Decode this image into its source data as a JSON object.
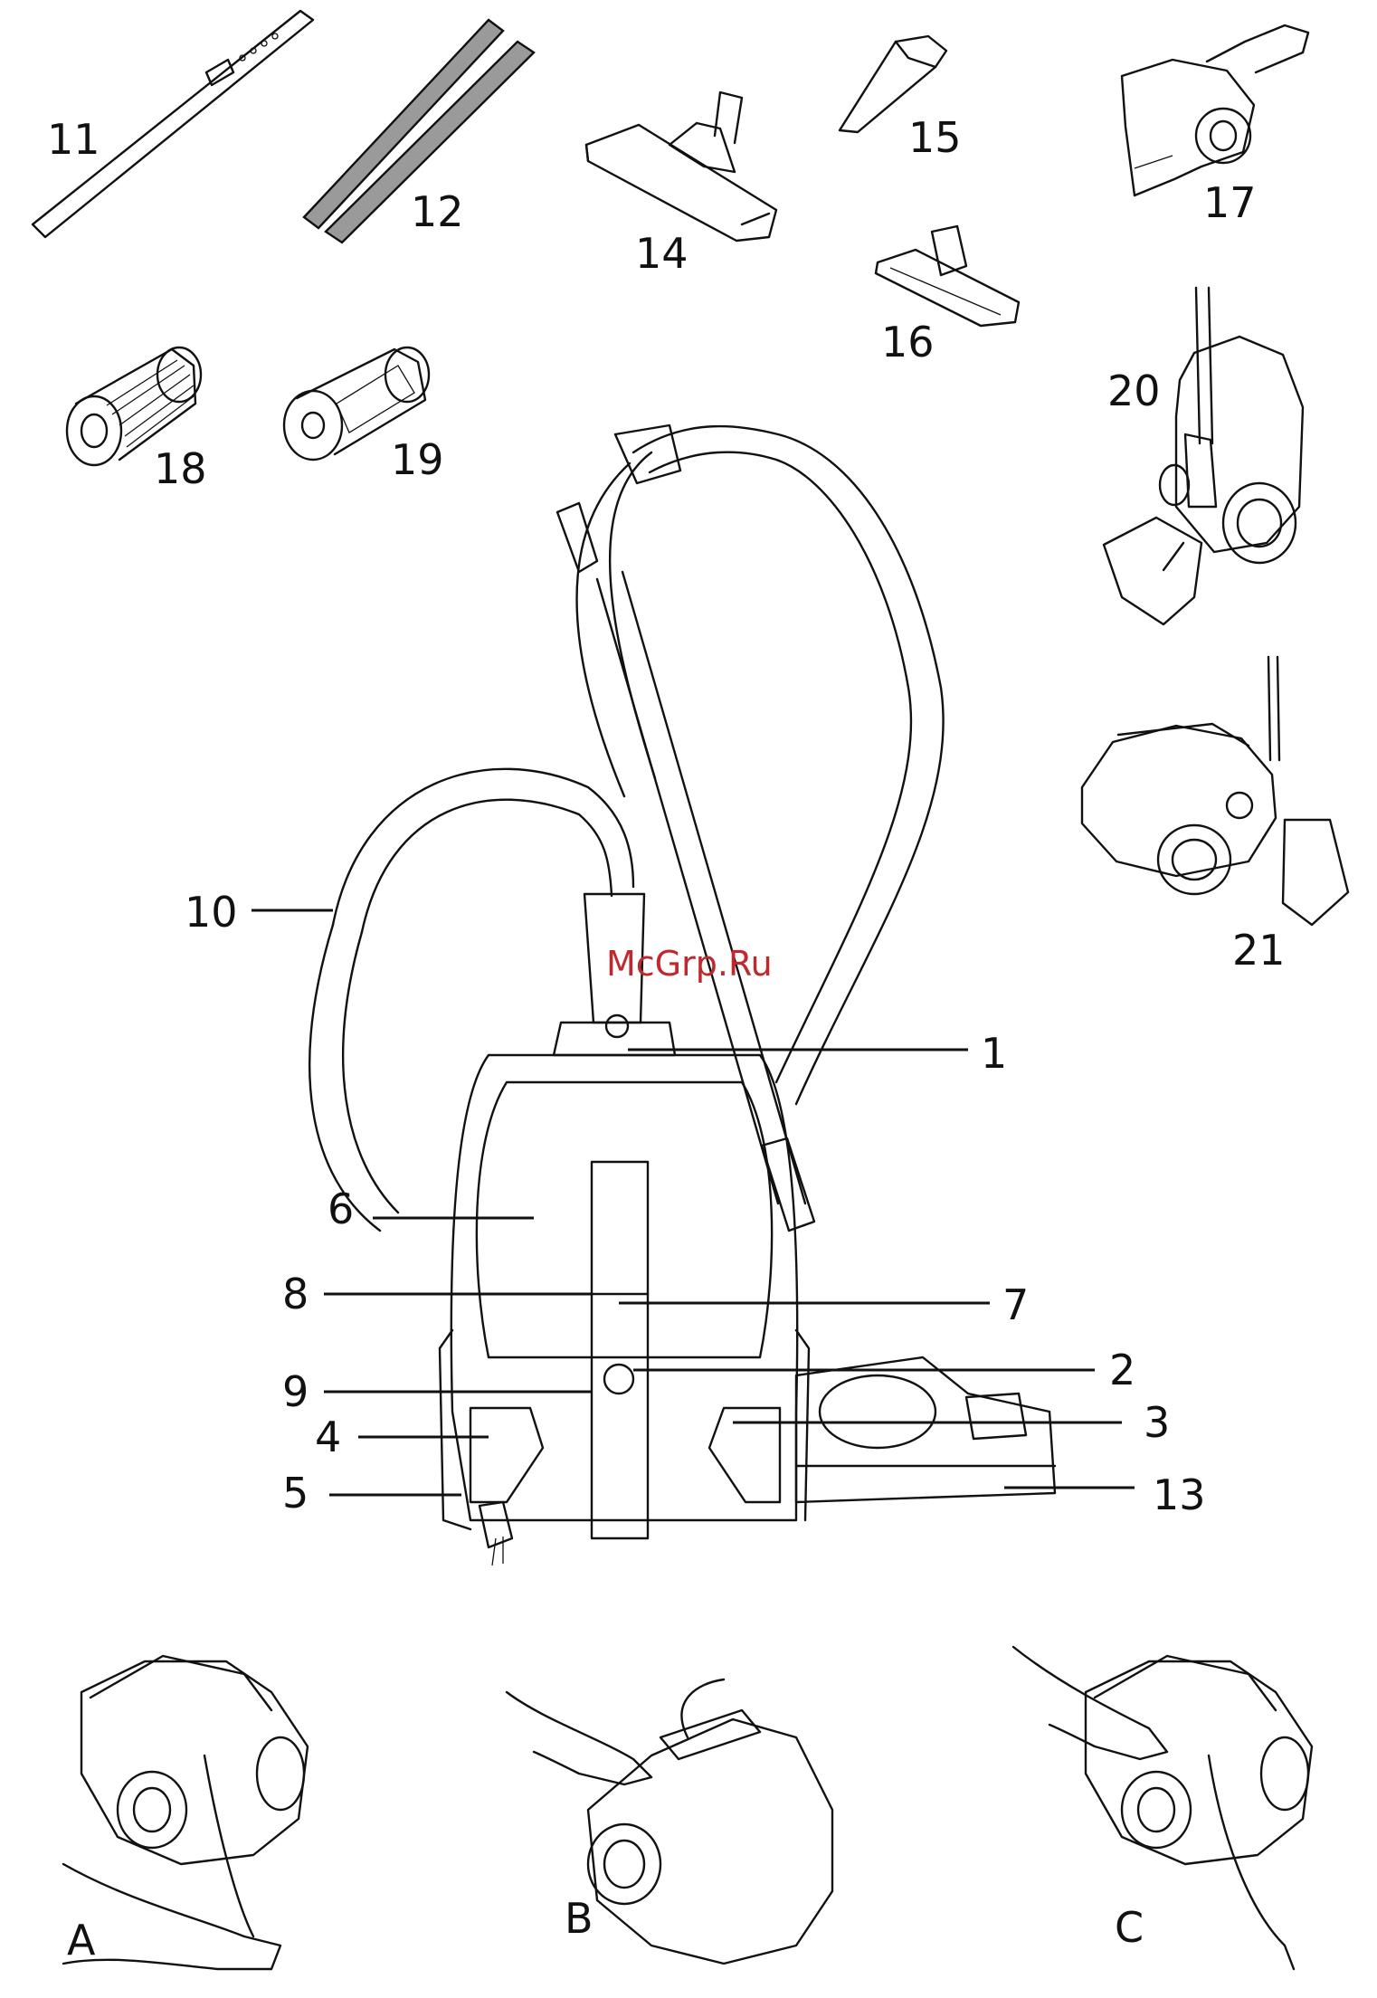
{
  "watermark": "McGrp.Ru",
  "part_numbers": {
    "p1": "1",
    "p2": "2",
    "p3": "3",
    "p4": "4",
    "p5": "5",
    "p6": "6",
    "p7": "7",
    "p8": "8",
    "p9": "9",
    "p10": "10",
    "p11": "11",
    "p12": "12",
    "p13": "13",
    "p14": "14",
    "p15": "15",
    "p16": "16",
    "p17": "17",
    "p18": "18",
    "p19": "19",
    "p20": "20",
    "p21": "21"
  },
  "step_labels": {
    "a": "A",
    "b": "B",
    "c": "C"
  },
  "colors": {
    "line": "#111111",
    "watermark": "#c0282d",
    "accessory_fill": "#9a9a9a",
    "background": "#ffffff"
  }
}
